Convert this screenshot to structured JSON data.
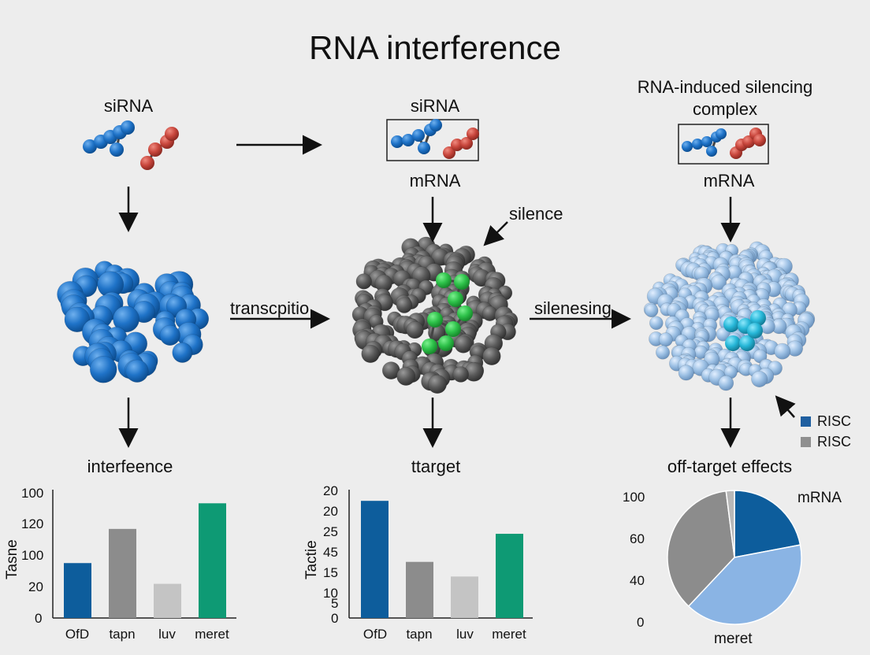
{
  "title": "RNA interference",
  "col1": {
    "top_label": "siRNA",
    "bottom_label": "interfeence"
  },
  "col2": {
    "top_label": "siRNA",
    "mid_label": "mRNA",
    "callout": "silence",
    "bottom_label": "ttarget"
  },
  "col3": {
    "top_label_line1": "RNA-induced silencing",
    "top_label_line2": "complex",
    "mid_label": "mRNA",
    "bottom_label": "off-target effects"
  },
  "arrow_labels": {
    "left": "transcpitio",
    "right": "silenesing"
  },
  "legend": [
    {
      "label": "RISC",
      "color": "#1f5fa0"
    },
    {
      "label": "RISC",
      "color": "#8f8f8f"
    }
  ],
  "colors": {
    "blue": "#1f73c8",
    "red": "#c8463c",
    "gray_dark": "#5a5a5a",
    "green": "#2ec24a",
    "light_blue": "#9cc0e4",
    "cyan": "#27b7d8",
    "bar_blue": "#0d5d9c",
    "bar_gray": "#8c8c8c",
    "bar_light": "#c4c4c4",
    "bar_green": "#0e9a74"
  },
  "chart_data": [
    {
      "type": "bar",
      "ylabel": "Tasne",
      "categories": [
        "OfD",
        "tapn",
        "luv",
        "meret"
      ],
      "values": [
        45,
        73,
        28,
        94
      ],
      "ytick_labels": [
        "100",
        "120",
        "100",
        "20",
        "0"
      ],
      "ylim": [
        0,
        100
      ],
      "colors": [
        "#0d5d9c",
        "#8c8c8c",
        "#c4c4c4",
        "#0e9a74"
      ]
    },
    {
      "type": "bar",
      "ylabel": "Tactie",
      "categories": [
        "OfD",
        "tapn",
        "luv",
        "meret"
      ],
      "values": [
        96,
        46,
        34,
        69
      ],
      "ytick_labels": [
        "20",
        "20",
        "25",
        "45",
        "15",
        "10",
        "5",
        "0"
      ],
      "ylim": [
        0,
        100
      ],
      "colors": [
        "#0d5d9c",
        "#8c8c8c",
        "#c4c4c4",
        "#0e9a74"
      ]
    },
    {
      "type": "pie",
      "ytick_labels": [
        "100",
        "60",
        "40",
        "0"
      ],
      "labels": [
        "mRNA",
        "meret"
      ],
      "values": [
        22,
        40,
        36,
        2
      ],
      "colors": [
        "#0d5d9c",
        "#8ab4e4",
        "#8c8c8c",
        "#b8b8b8"
      ]
    }
  ]
}
